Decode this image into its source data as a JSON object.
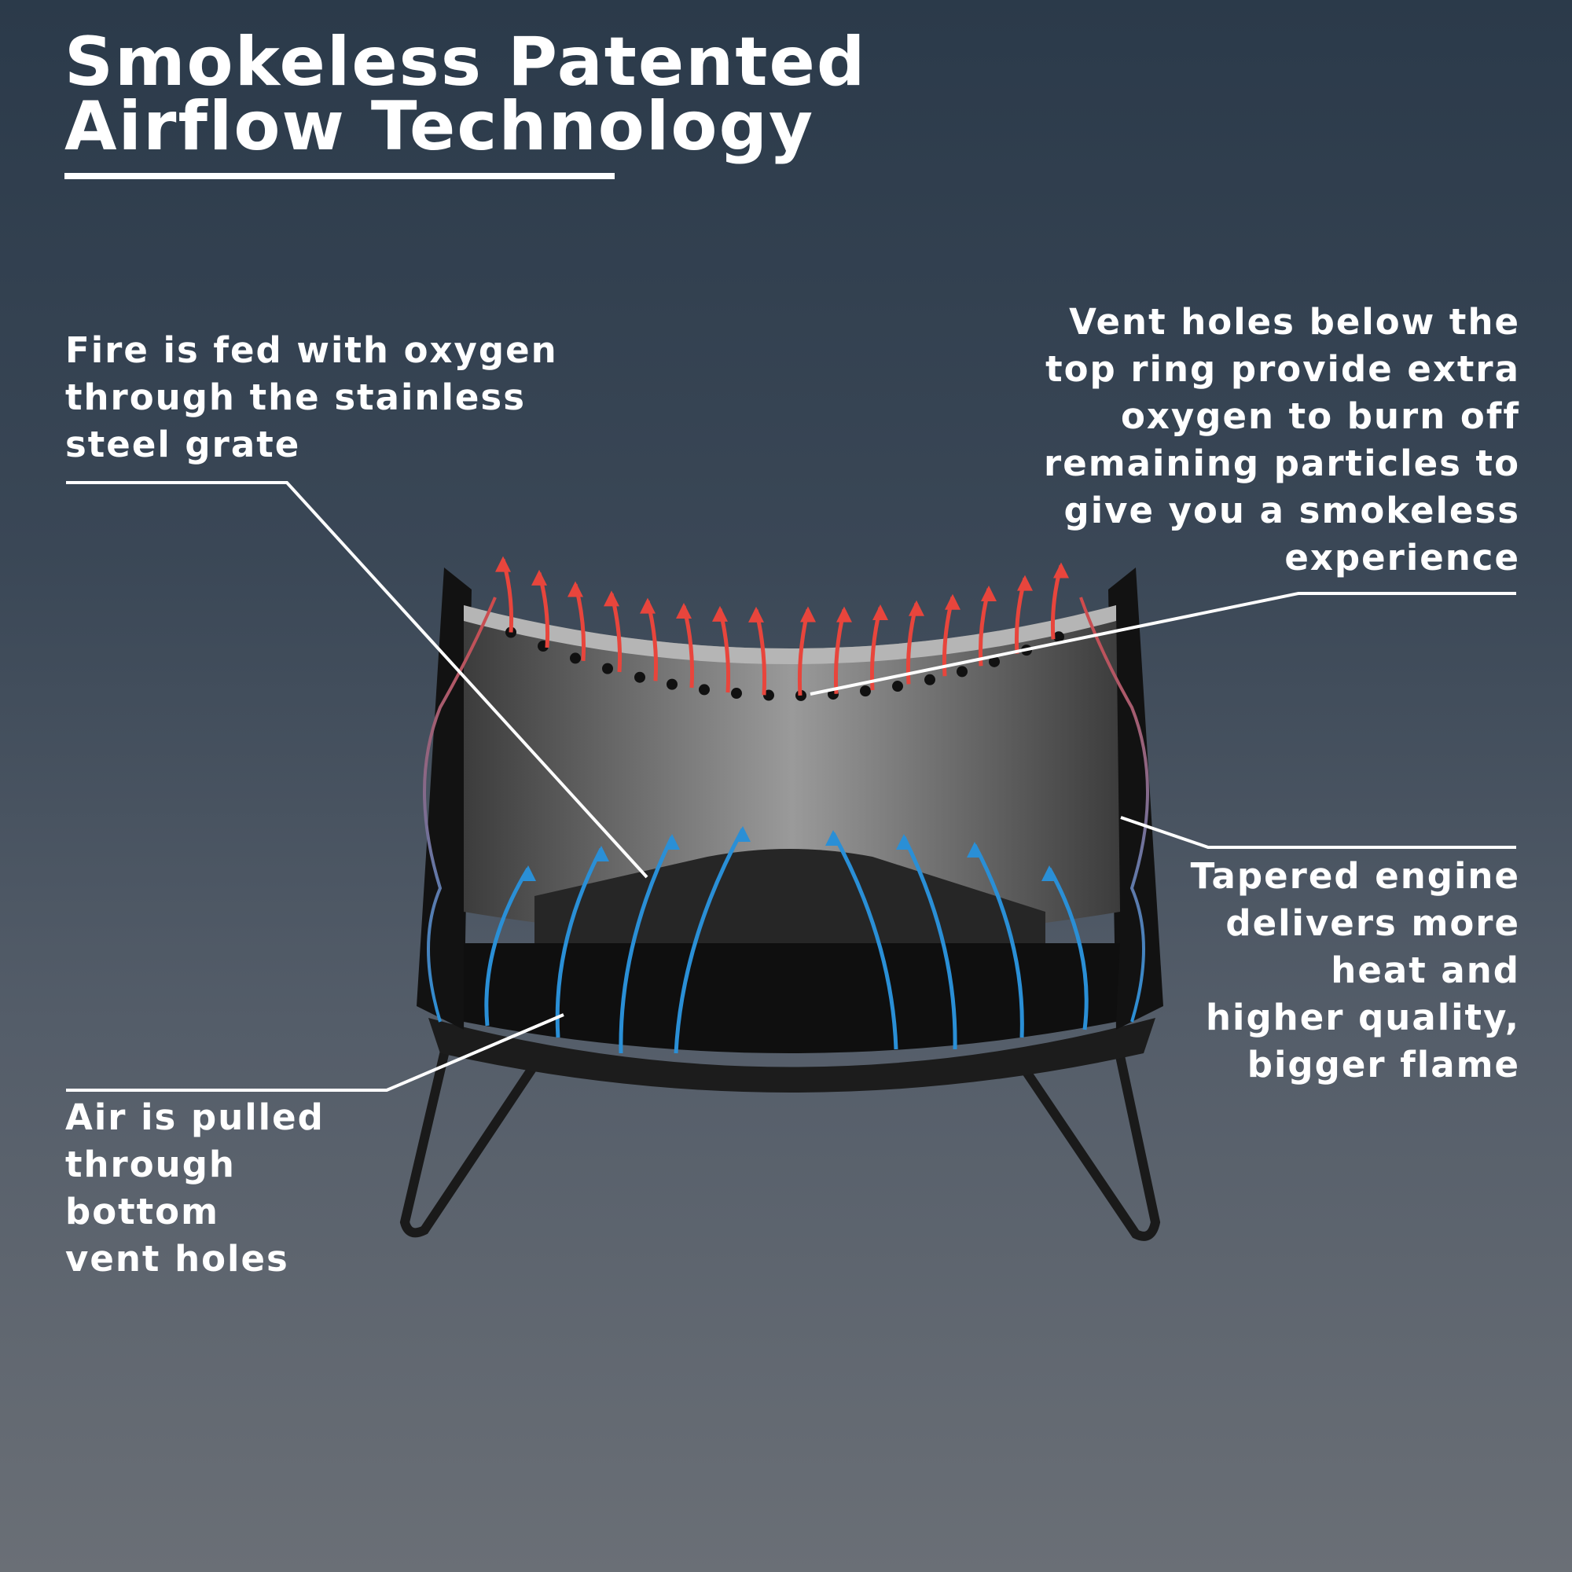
{
  "title": {
    "line1": "Smokeless Patented",
    "line2": "Airflow Technology"
  },
  "callouts": {
    "grate": [
      "Fire is fed with oxygen",
      "through the stainless",
      "steel grate"
    ],
    "vent_top": [
      "Vent holes below the",
      "top ring provide extra",
      "oxygen to burn off",
      "remaining particles to",
      "give you a smokeless",
      "experience"
    ],
    "engine": [
      "Tapered engine",
      "delivers more",
      "heat and",
      "higher quality,",
      "bigger flame"
    ],
    "air_bottom": [
      "Air is pulled",
      "through",
      "bottom",
      "vent holes"
    ]
  },
  "colors": {
    "hot_air": "#e8453c",
    "cool_air": "#2a8fd6"
  }
}
